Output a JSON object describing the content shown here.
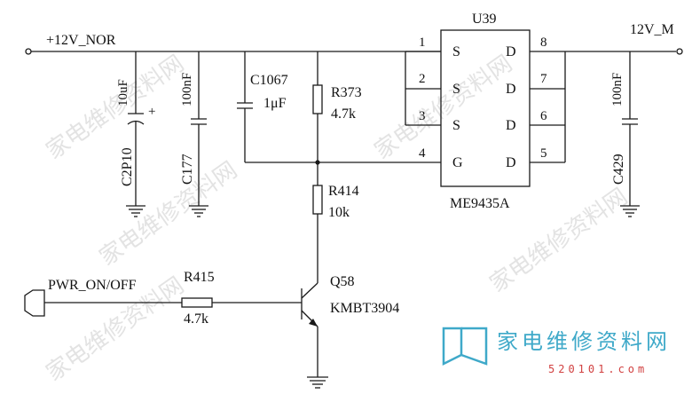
{
  "nets": {
    "input": "+12V_NOR",
    "output": "12V_M",
    "control": "PWR_ON/OFF"
  },
  "ic": {
    "ref": "U39",
    "part": "ME9435A",
    "pins": [
      {
        "num": "1",
        "name": "S"
      },
      {
        "num": "2",
        "name": "S"
      },
      {
        "num": "3",
        "name": "S"
      },
      {
        "num": "4",
        "name": "G"
      },
      {
        "num": "8",
        "name": "D"
      },
      {
        "num": "7",
        "name": "D"
      },
      {
        "num": "6",
        "name": "D"
      },
      {
        "num": "5",
        "name": "D"
      }
    ]
  },
  "components": {
    "c2p10": {
      "ref": "C2P10",
      "value": "10uF",
      "polarity": "+"
    },
    "c177": {
      "ref": "C177",
      "value": "100nF"
    },
    "c1067": {
      "ref": "C1067",
      "value": "1μF"
    },
    "r373": {
      "ref": "R373",
      "value": "4.7k"
    },
    "r414": {
      "ref": "R414",
      "value": "10k"
    },
    "r415": {
      "ref": "R415",
      "value": "4.7k"
    },
    "q58": {
      "ref": "Q58",
      "value": "KMBT3904"
    },
    "c429": {
      "ref": "C429",
      "value": "100nF"
    }
  },
  "watermark": {
    "text": "家电维修资料网",
    "brand": "家电维修资料网",
    "brand_sub": "520101.com"
  }
}
